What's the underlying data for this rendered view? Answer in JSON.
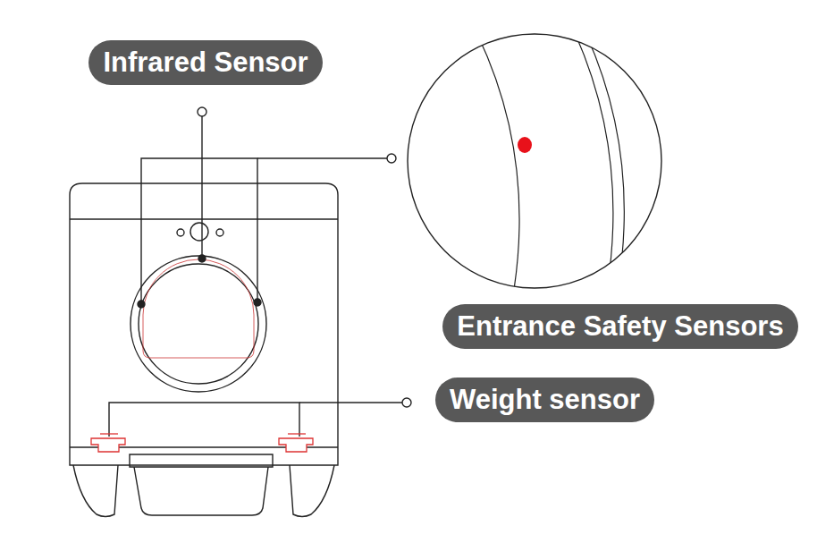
{
  "diagram": {
    "nodes": [
      {
        "text": [
          "Infrared Sensor"
        ]
      },
      {
        "text": [
          "Entrance Safety Sensors"
        ]
      },
      {
        "text": [
          "Weight sensor"
        ]
      }
    ],
    "edges": []
  }
}
